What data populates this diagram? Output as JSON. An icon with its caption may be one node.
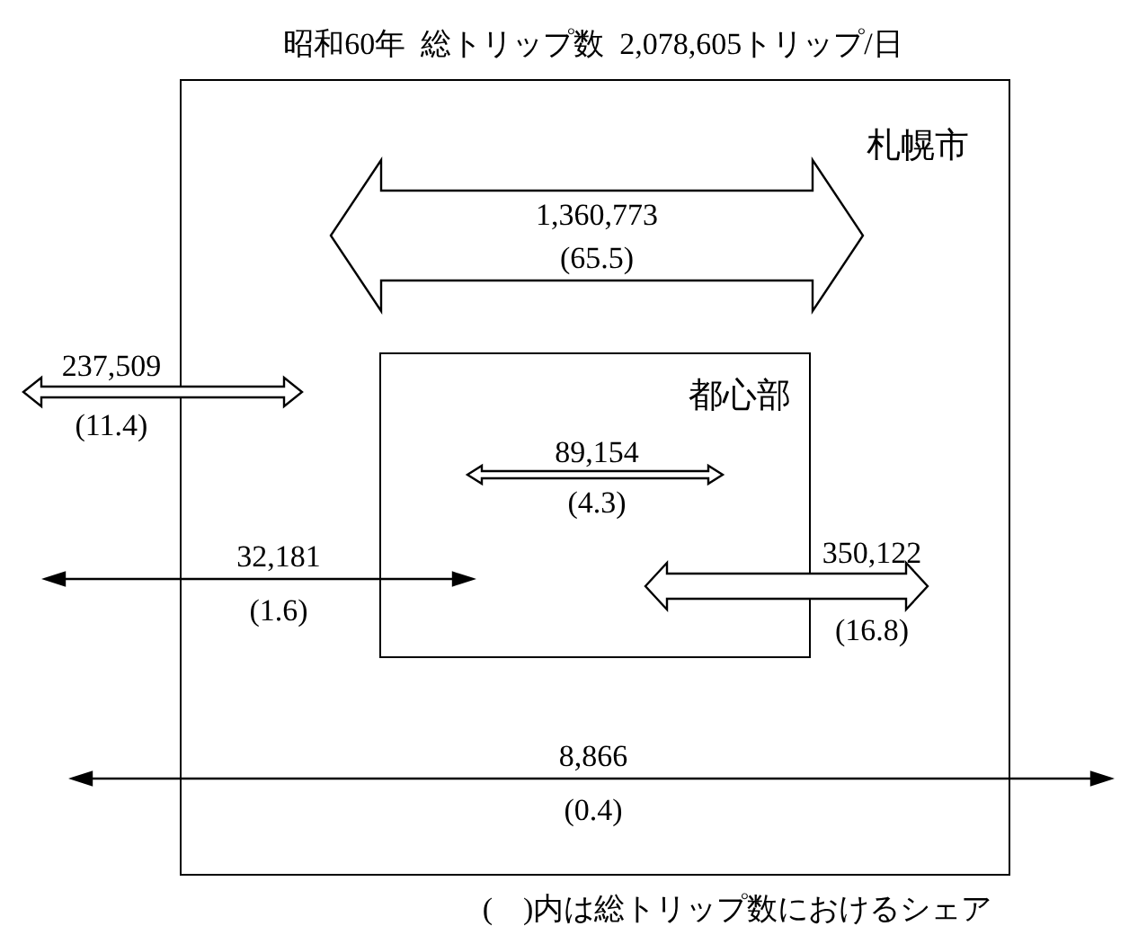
{
  "diagram": {
    "title": "昭和60年  総トリップ数  2,078,605トリップ/日",
    "nodes": [
      {
        "text": [
          "札幌市"
        ]
      },
      {
        "text": [
          "1,360,773",
          "(65.5)"
        ],
        "in": 0
      },
      {
        "text": [
          "237,509",
          "(11.4)"
        ]
      },
      {
        "text": [
          "都心部"
        ],
        "in": 0
      },
      {
        "text": [
          "89,154",
          "(4.3)"
        ],
        "in": 3
      },
      {
        "text": [
          "32,181",
          "(1.6)"
        ]
      },
      {
        "text": [
          "350,122",
          "(16.8)"
        ],
        "in": 0
      },
      {
        "text": [
          "8,866",
          "(0.4)"
        ]
      }
    ],
    "caption": "(    )内は総トリップ数におけるシェア"
  }
}
